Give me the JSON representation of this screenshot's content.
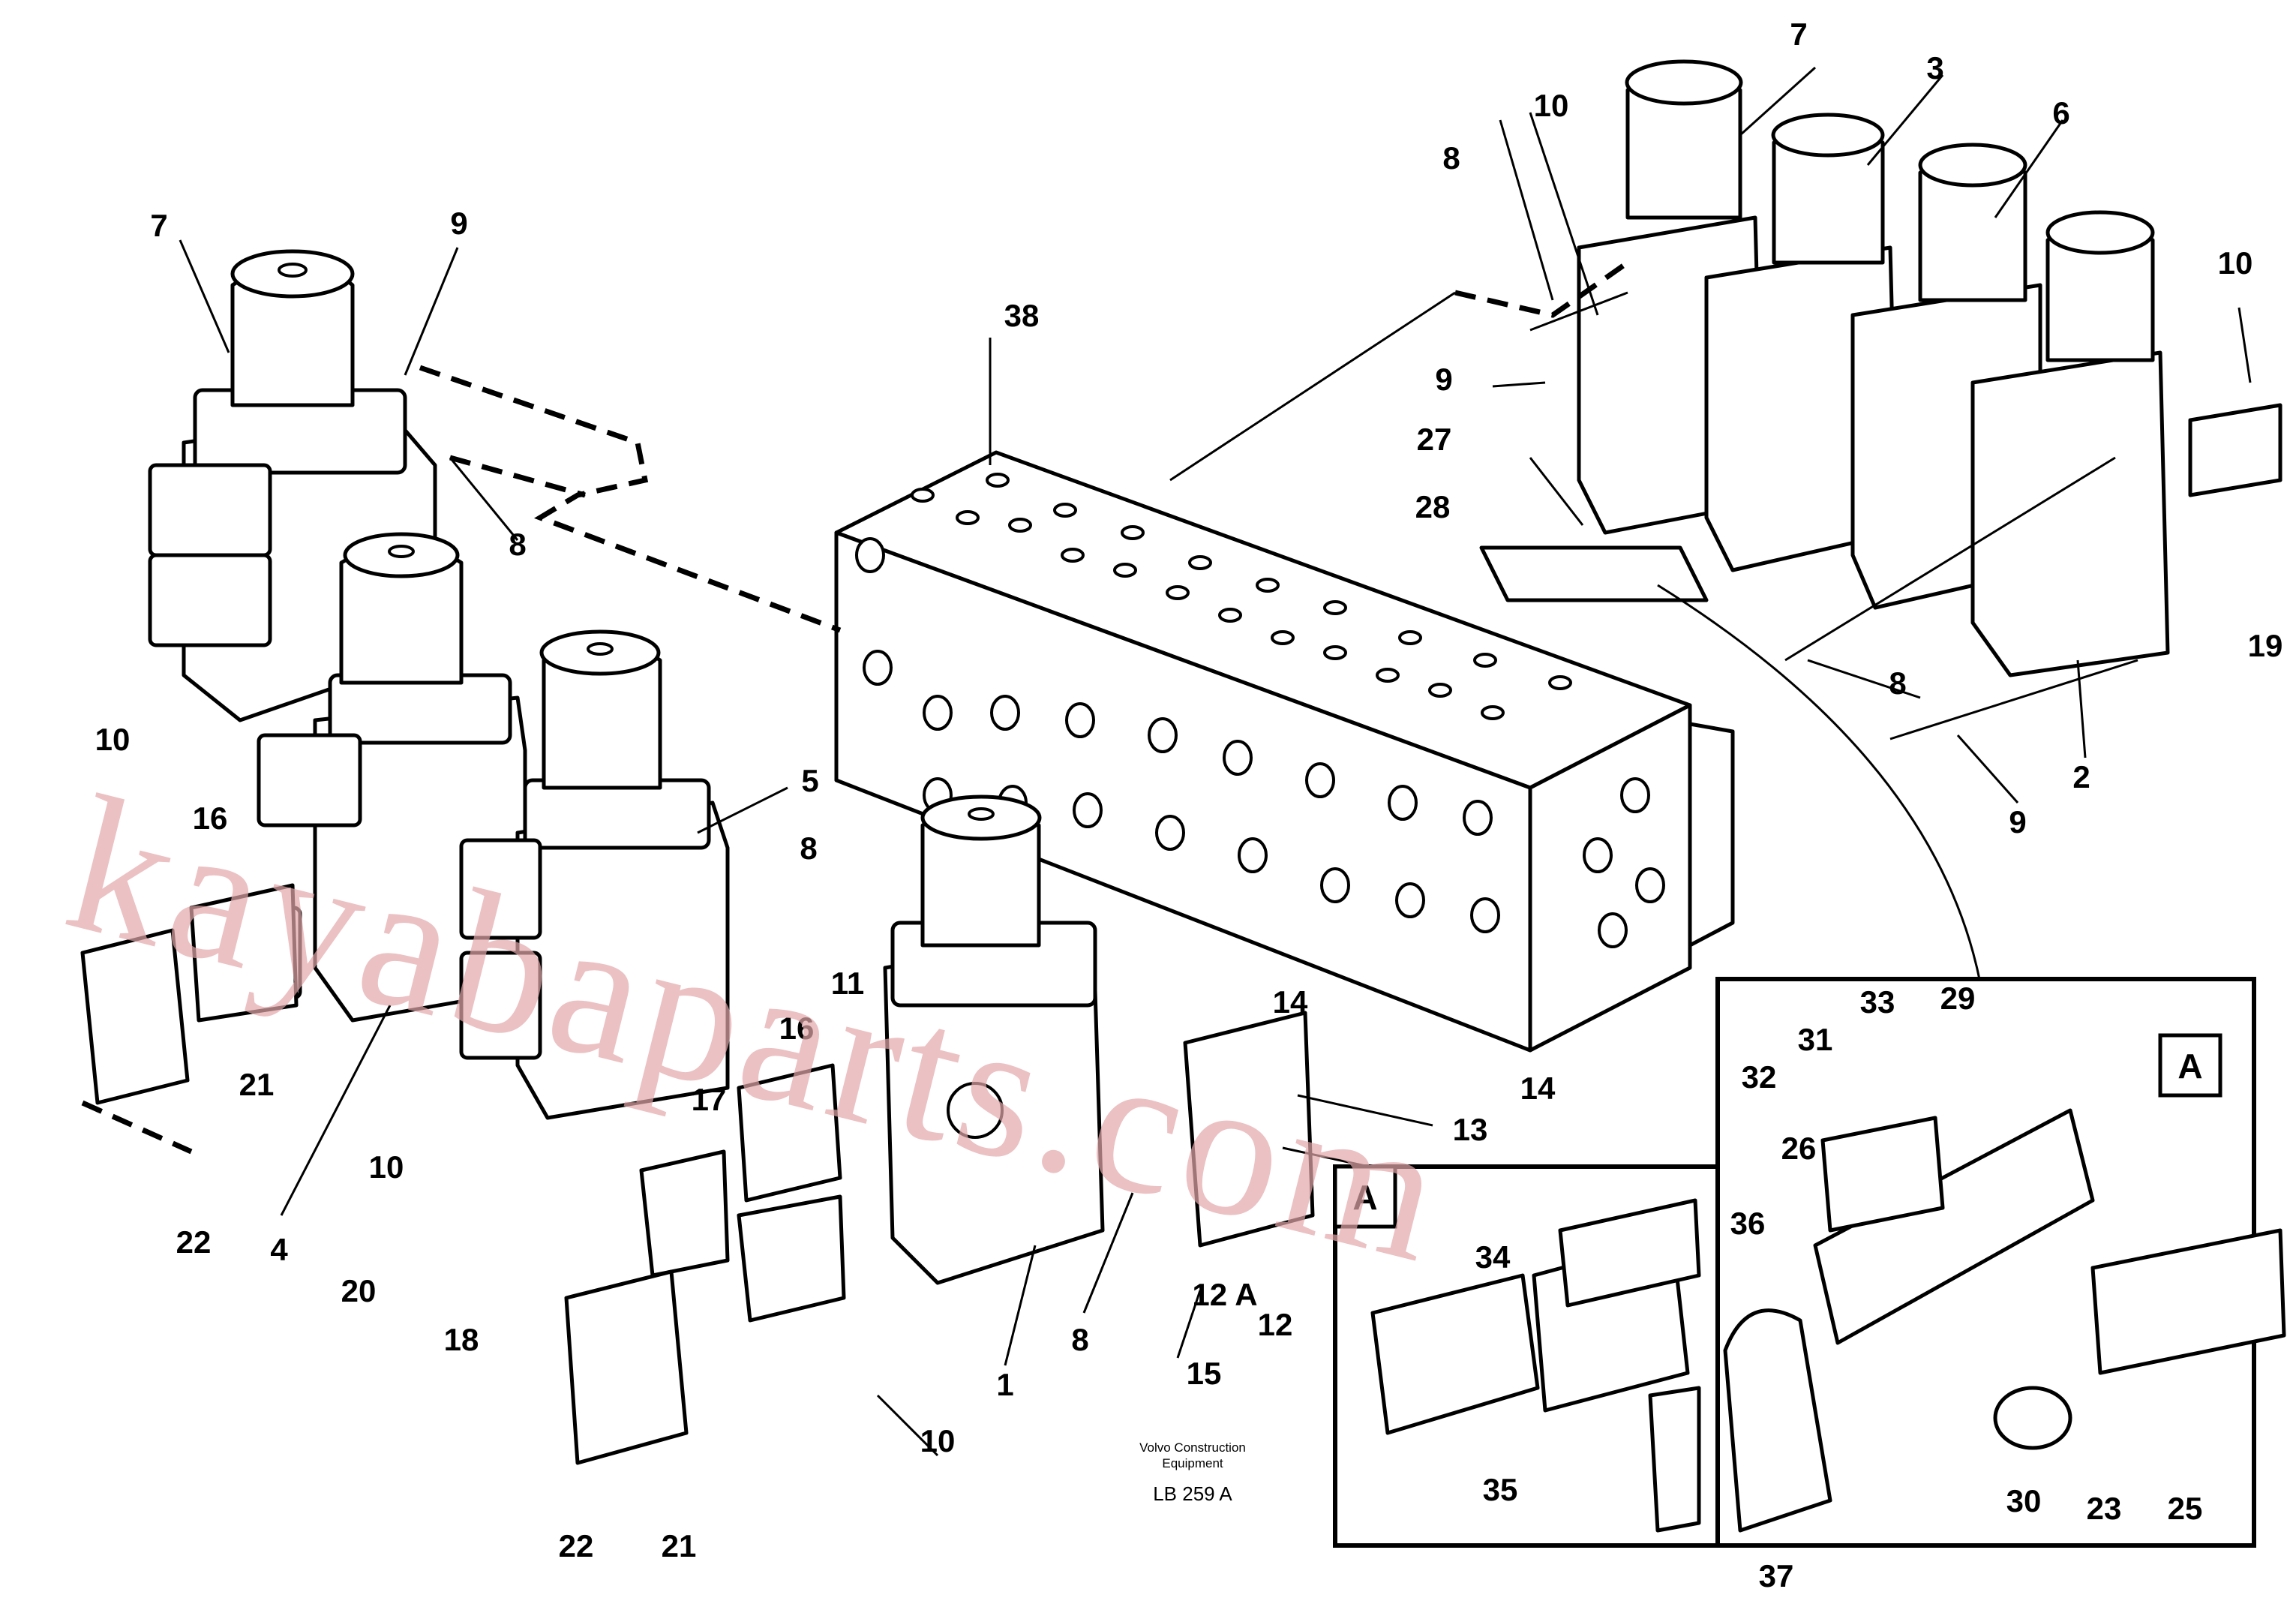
{
  "callouts": [
    {
      "id": "c1",
      "label": "1"
    },
    {
      "id": "c2",
      "label": "2"
    },
    {
      "id": "c3",
      "label": "3"
    },
    {
      "id": "c4",
      "label": "4"
    },
    {
      "id": "c5",
      "label": "5"
    },
    {
      "id": "c6",
      "label": "6"
    },
    {
      "id": "c7a",
      "label": "7"
    },
    {
      "id": "c7b",
      "label": "7"
    },
    {
      "id": "c8a",
      "label": "8"
    },
    {
      "id": "c8b",
      "label": "8"
    },
    {
      "id": "c8c",
      "label": "8"
    },
    {
      "id": "c8d",
      "label": "8"
    },
    {
      "id": "c8e",
      "label": "8"
    },
    {
      "id": "c9a",
      "label": "9"
    },
    {
      "id": "c9b",
      "label": "9"
    },
    {
      "id": "c9c",
      "label": "9"
    },
    {
      "id": "c10a",
      "label": "10"
    },
    {
      "id": "c10b",
      "label": "10"
    },
    {
      "id": "c10c",
      "label": "10"
    },
    {
      "id": "c10d",
      "label": "10"
    },
    {
      "id": "c10e",
      "label": "10"
    },
    {
      "id": "c11",
      "label": "11"
    },
    {
      "id": "c12",
      "label": "12"
    },
    {
      "id": "c12A",
      "label": "12 A"
    },
    {
      "id": "c13",
      "label": "13"
    },
    {
      "id": "c14a",
      "label": "14"
    },
    {
      "id": "c14b",
      "label": "14"
    },
    {
      "id": "c15",
      "label": "15"
    },
    {
      "id": "c16a",
      "label": "16"
    },
    {
      "id": "c16b",
      "label": "16"
    },
    {
      "id": "c17",
      "label": "17"
    },
    {
      "id": "c18",
      "label": "18"
    },
    {
      "id": "c19",
      "label": "19"
    },
    {
      "id": "c20",
      "label": "20"
    },
    {
      "id": "c21a",
      "label": "21"
    },
    {
      "id": "c21b",
      "label": "21"
    },
    {
      "id": "c22a",
      "label": "22"
    },
    {
      "id": "c22b",
      "label": "22"
    },
    {
      "id": "c23",
      "label": "23"
    },
    {
      "id": "c25",
      "label": "25"
    },
    {
      "id": "c26",
      "label": "26"
    },
    {
      "id": "c27",
      "label": "27"
    },
    {
      "id": "c28",
      "label": "28"
    },
    {
      "id": "c29",
      "label": "29"
    },
    {
      "id": "c30",
      "label": "30"
    },
    {
      "id": "c31",
      "label": "31"
    },
    {
      "id": "c32",
      "label": "32"
    },
    {
      "id": "c33",
      "label": "33"
    },
    {
      "id": "c34",
      "label": "34"
    },
    {
      "id": "c35",
      "label": "35"
    },
    {
      "id": "c36",
      "label": "36"
    },
    {
      "id": "c37",
      "label": "37"
    },
    {
      "id": "c38",
      "label": "38"
    }
  ],
  "detail_tags": {
    "inset_left": "A",
    "inset_right": "A"
  },
  "caption": {
    "company_line1": "Volvo Construction",
    "company_line2": "Equipment",
    "code": "LB 259 A"
  },
  "watermark": "kayabaparts.com",
  "colors": {
    "line": "#000000",
    "paper": "#ffffff",
    "watermark": "#e2a7a9"
  }
}
